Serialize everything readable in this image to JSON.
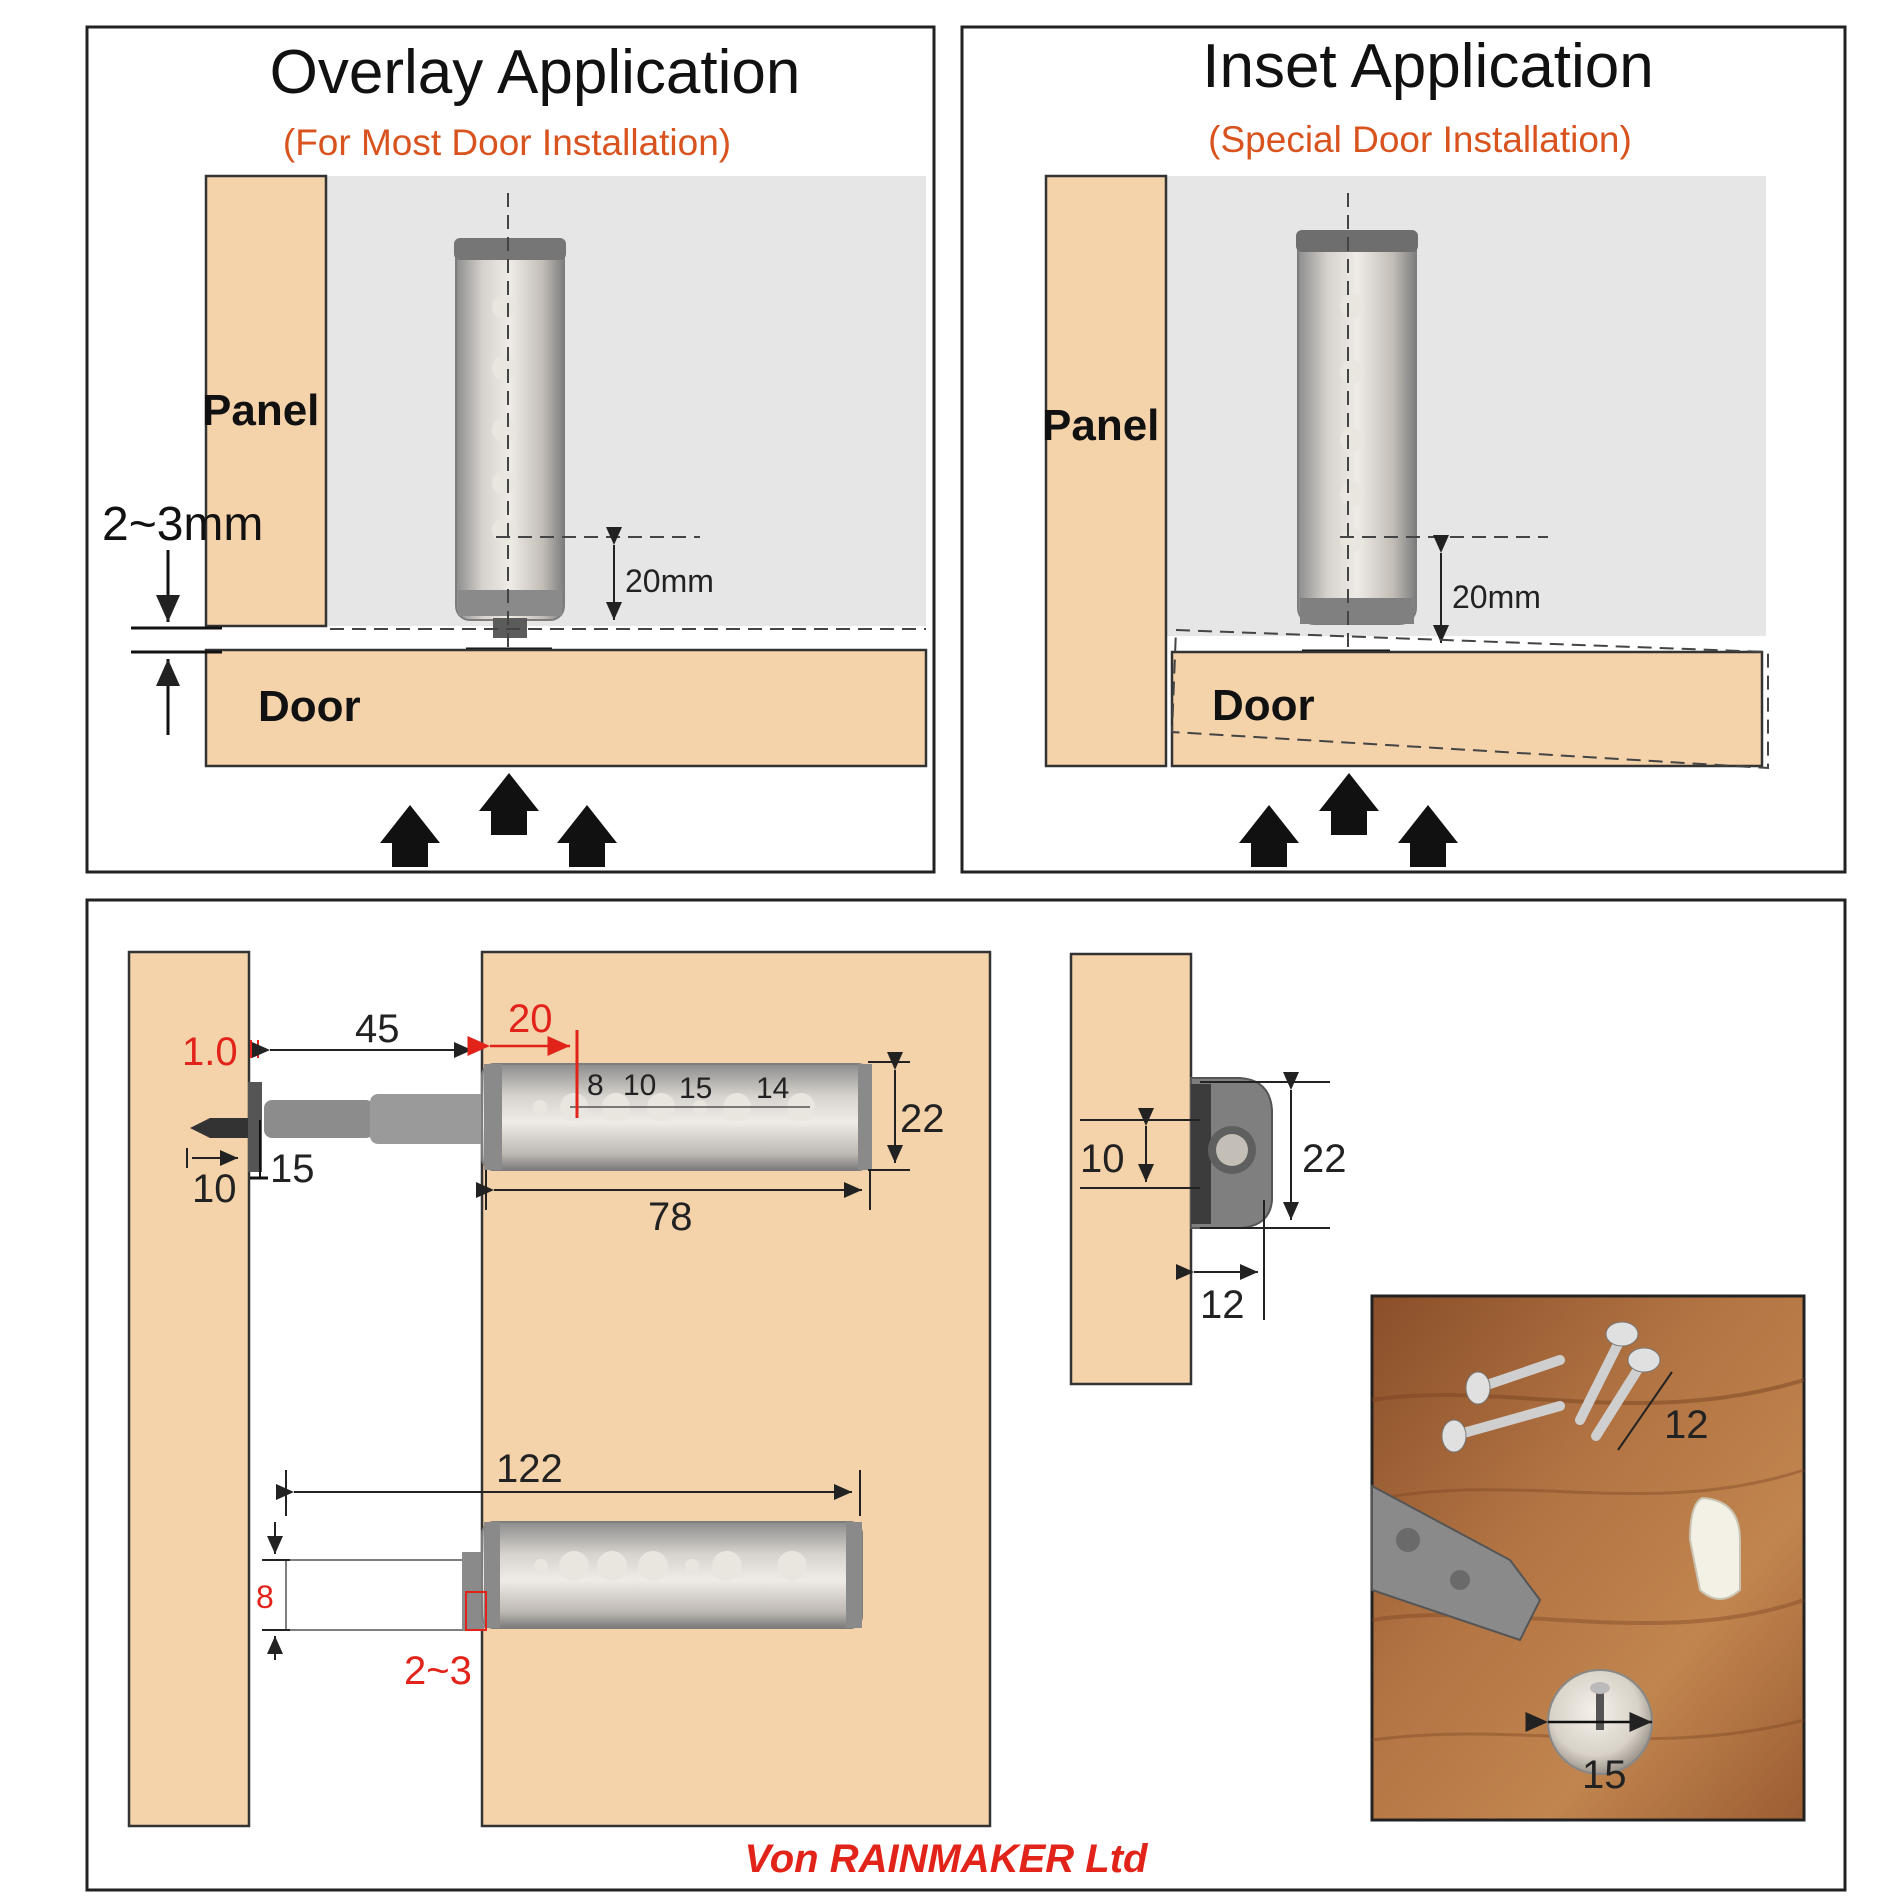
{
  "overlay": {
    "title": "Overlay Application",
    "subtitle": "(For Most Door Installation)",
    "panel_label": "Panel",
    "door_label": "Door",
    "gap_label": "2~3mm",
    "travel_label": "20mm"
  },
  "inset": {
    "title": "Inset Application",
    "subtitle": "(Special Door Installation)",
    "panel_label": "Panel",
    "door_label": "Door",
    "travel_label": "20mm"
  },
  "dimensions": {
    "tip_gap": "1.0",
    "reach": "45",
    "push_travel": "20",
    "scale_8": "8",
    "scale_10": "10",
    "scale_15": "15",
    "scale_14": "14",
    "height": "22",
    "bracket_15": "15",
    "bracket_10": "10",
    "body_length": "78",
    "total_length": "122",
    "hole_8": "8",
    "offset": "2~3",
    "side_10": "10",
    "side_22": "22",
    "side_12": "12",
    "screw_12": "12",
    "washer_15": "15"
  },
  "credit": "Von RAINMAKER Ltd",
  "colors": {
    "wood": "#f4d2aa",
    "accent_red": "#e2231a",
    "subtitle_orange": "#d8531e",
    "photo_wood": "#a7683b"
  }
}
